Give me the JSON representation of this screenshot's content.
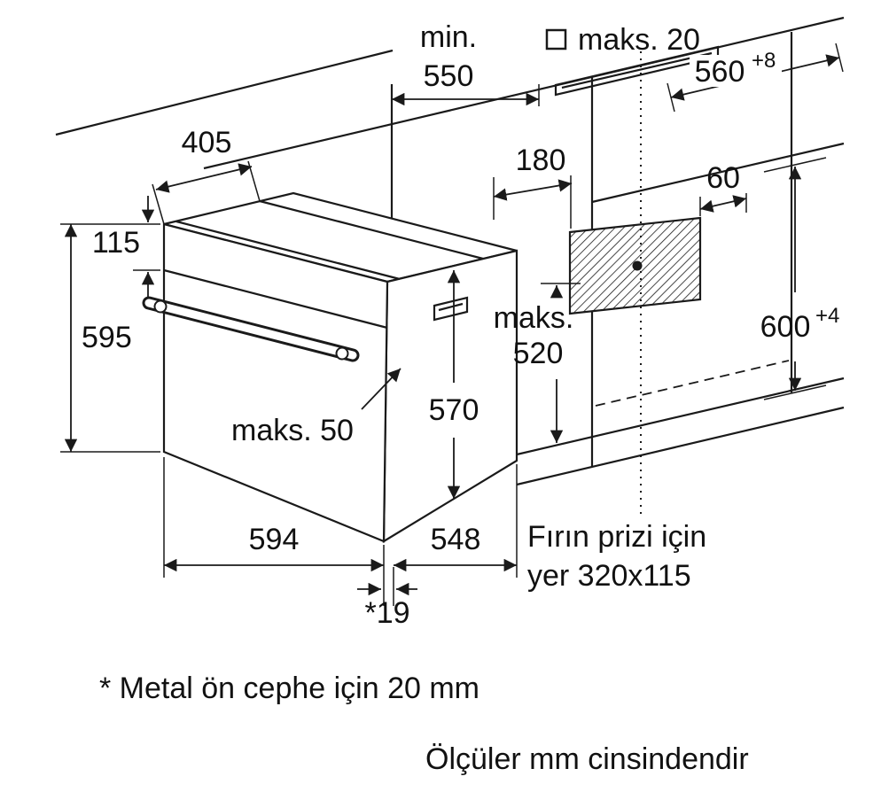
{
  "diagram": {
    "type": "built-in oven installation drawing",
    "dims": {
      "niche_depth_min": {
        "label1": "min.",
        "label2": "550"
      },
      "panel_gap": "maks. 20",
      "niche_width": {
        "value": "560",
        "tolerance": "+8"
      },
      "top_depth": "405",
      "socket_offset_x": "180",
      "socket_offset_top": "60",
      "panel_height": "115",
      "oven_height": "595",
      "inner_depth": {
        "label1": "maks.",
        "label2": "520"
      },
      "niche_height": {
        "value": "600",
        "tolerance": "+4"
      },
      "body_depth": "570",
      "handle_clearance": "maks. 50",
      "oven_width": "594",
      "oven_depth": "548",
      "front_overhang": "*19"
    },
    "socket_note": {
      "line1": "Fırın prizi için",
      "line2": "yer 320x115"
    },
    "notes": {
      "footnote": "* Metal ön cephe için 20 mm",
      "units": "Ölçüler mm cinsindendir"
    },
    "colors": {
      "line": "#1a1a1a",
      "background": "#ffffff"
    }
  }
}
